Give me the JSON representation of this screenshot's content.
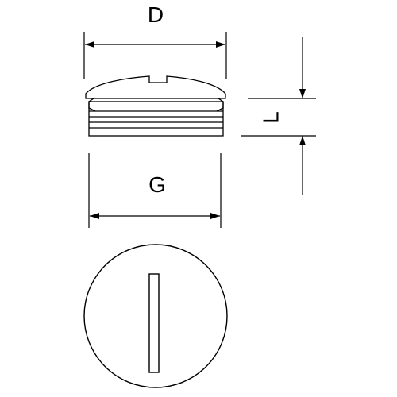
{
  "drawing": {
    "labels": {
      "outer_diameter": "D",
      "thread": "G",
      "length": "L"
    },
    "colors": {
      "line": "#000000",
      "background": "#ffffff"
    }
  }
}
